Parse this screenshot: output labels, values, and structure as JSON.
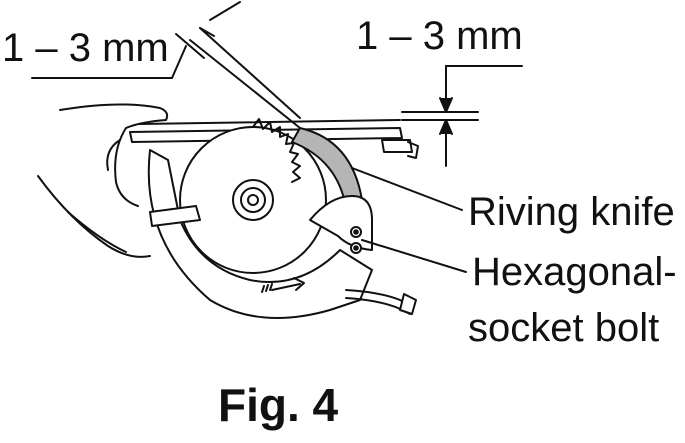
{
  "labels": {
    "dimension_left": "1 – 3 mm",
    "dimension_right": "1 – 3 mm",
    "riving_knife": "Riving knife",
    "hexagonal_line1": "Hexagonal-",
    "hexagonal_line2": "socket bolt",
    "figure_caption": "Fig. 4"
  },
  "colors": {
    "line": "#111111",
    "knife_shade": "#b5b5b5",
    "background": "#ffffff"
  }
}
